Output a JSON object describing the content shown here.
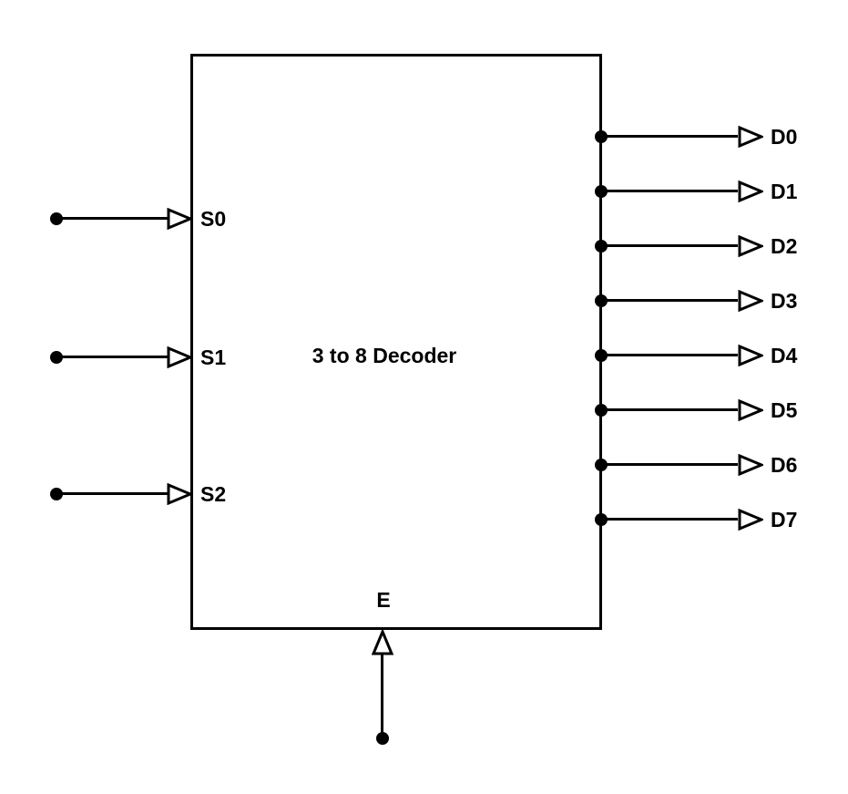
{
  "decoder": {
    "title": "3 to 8 Decoder",
    "enable": {
      "label": "E"
    },
    "inputs": [
      {
        "label": "S0"
      },
      {
        "label": "S1"
      },
      {
        "label": "S2"
      }
    ],
    "outputs": [
      {
        "label": "D0"
      },
      {
        "label": "D1"
      },
      {
        "label": "D2"
      },
      {
        "label": "D3"
      },
      {
        "label": "D4"
      },
      {
        "label": "D5"
      },
      {
        "label": "D6"
      },
      {
        "label": "D7"
      }
    ]
  },
  "colors": {
    "line": "#000000",
    "background": "#ffffff",
    "arrowhead_fill": "#ffffff"
  }
}
